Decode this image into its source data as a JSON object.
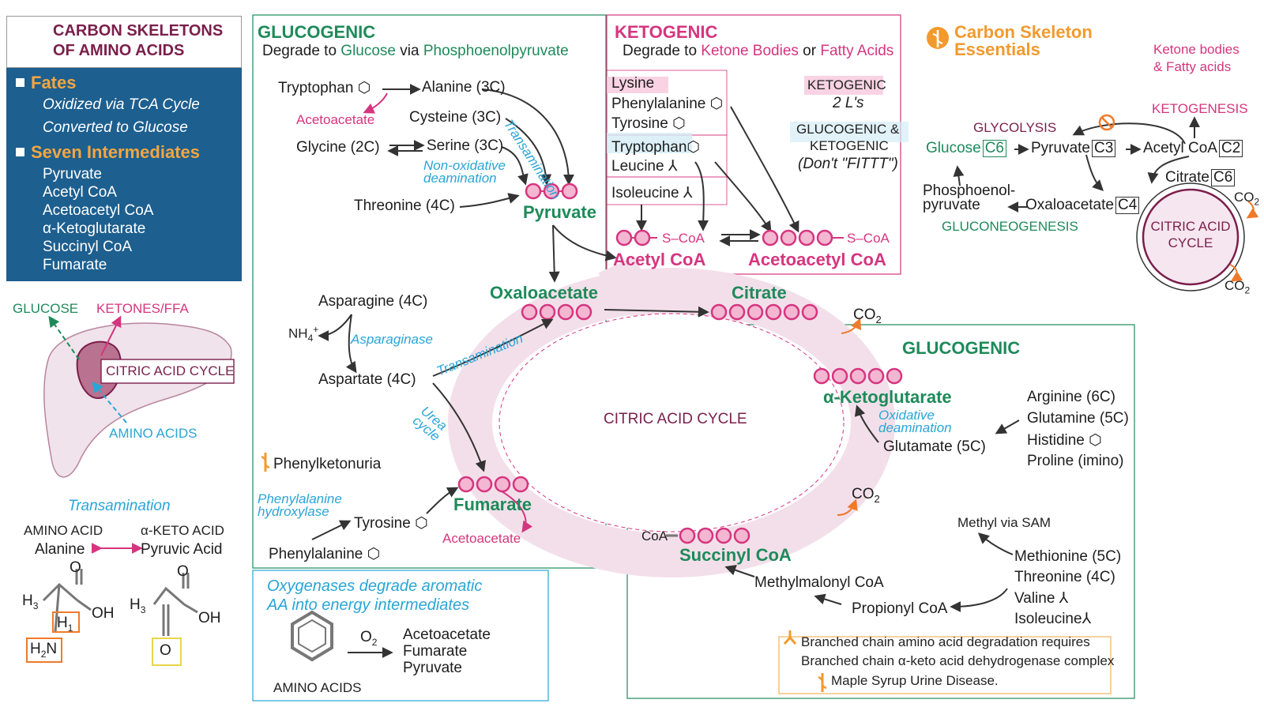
{
  "title_card": {
    "line1": "CARBON SKELETONS",
    "line2": "OF AMINO ACIDS"
  },
  "fates_panel": {
    "fates_heading": "Fates",
    "fates_items": [
      "Oxidized via TCA Cycle",
      "Converted to Glucose"
    ],
    "intermediates_heading": "Seven Intermediates",
    "intermediates": [
      "Pyruvate",
      "Acetyl CoA",
      "Acetoacetyl CoA",
      "α-Ketoglutarate",
      "Succinyl CoA",
      "Fumarate"
    ]
  },
  "liver": {
    "glucose": "GLUCOSE",
    "ketones": "KETONES/FFA",
    "cycle": "CITRIC ACID CYCLE",
    "amino_acids": "AMINO ACIDS"
  },
  "transamination_panel": {
    "title": "Transamination",
    "left_label1": "AMINO ACID",
    "left_label2": "Alanine",
    "right_label1": "α-KETO ACID",
    "right_label2": "Pyruvic Acid",
    "atoms": {
      "o1": "O",
      "oh1": "OH",
      "h3a": "H",
      "h3a_sub": "3",
      "h1": "H",
      "h1_sub": "1",
      "h2n": "H",
      "h2n_sub": "2",
      "h2n_n": "N",
      "o2": "O",
      "oh2": "OH",
      "h3b": "H",
      "h3b_sub": "3",
      "o3": "O"
    }
  },
  "glucogenic_top": {
    "heading": "GLUCOGENIC",
    "sub_pre": "Degrade to ",
    "sub_glucose": "Glucose",
    "sub_mid": " via ",
    "sub_pep": "Phosphoenolpyruvate",
    "tryptophan": "Tryptophan",
    "alanine": "Alanine (3C)",
    "acetoacetate": "Acetoacetate",
    "cysteine": "Cysteine (3C)",
    "glycine": "Glycine (2C)",
    "serine": "Serine (3C)",
    "nonox1": "Non-oxidative",
    "nonox2": "deamination",
    "threonine": "Threonine (4C)",
    "pyruvate": "Pyruvate",
    "transamination": "Transamination"
  },
  "ketogenic": {
    "heading": "KETOGENIC",
    "sub_pre": "Degrade to ",
    "sub_kb": "Ketone Bodies",
    "sub_or": " or ",
    "sub_fa": "Fatty Acids",
    "box1": [
      "Lysine",
      "Phenylalanine",
      "Tyrosine"
    ],
    "box2": [
      "Tryptophan",
      "Leucine"
    ],
    "box3": [
      "Isoleucine"
    ],
    "note1a": "KETOGENIC",
    "note1b": "2 L's",
    "note2a": "GLUCOGENIC &",
    "note2b": "KETOGENIC",
    "note2c": "(Don't \"FITTT\")",
    "acetyl_coa": "Acetyl CoA",
    "acetoacetyl_coa": "Acetoacetyl CoA",
    "scoa": "S–CoA"
  },
  "essentials": {
    "title1": "Carbon Skeleton",
    "title2": "Essentials",
    "ketone_fa1": "Ketone bodies",
    "ketone_fa2": "& Fatty acids",
    "ketogenesis": "KETOGENESIS",
    "glycolysis": "GLYCOLYSIS",
    "glucose": "Glucose",
    "c6": "C6",
    "pyruvate": "Pyruvate",
    "c3": "C3",
    "acetyl_coa": "Acetyl CoA",
    "c2": "C2",
    "citrate": "Citrate",
    "c6b": "C6",
    "pep1": "Phosphoenol-",
    "pep2": "pyruvate",
    "oxaloacetate": "Oxaloacetate",
    "c4": "C4",
    "gluconeogenesis": "GLUCONEOGENESIS",
    "cycle1": "CITRIC ACID",
    "cycle2": "CYCLE",
    "co2a": "CO",
    "co2b": "CO",
    "sub2": "2"
  },
  "center": {
    "oxaloacetate": "Oxaloacetate",
    "citrate": "Citrate",
    "co2": "CO",
    "sub2": "2",
    "cycle_label": "CITRIC ACID CYCLE",
    "fumarate": "Fumarate",
    "succinyl_coa": "Succinyl CoA",
    "coa": "CoA",
    "akg": "α-Ketoglutarate"
  },
  "asparagine": {
    "asparagine": "Asparagine (4C)",
    "nh4": "NH",
    "nh4_sub": "4",
    "nh4_sup": "+",
    "asparaginase": "Asparaginase",
    "aspartate": "Aspartate (4C)",
    "transamination": "Transamination",
    "urea1": "Urea",
    "urea2": "cycle"
  },
  "phe_section": {
    "pku": "Phenylketonuria",
    "phh1": "Phenylalanine",
    "phh2": "hydroxylase",
    "tyrosine": "Tyrosine",
    "acetoacetate": "Acetoacetate",
    "phenylalanine": "Phenylalanine"
  },
  "oxygenase_panel": {
    "line1": "Oxygenases degrade aromatic",
    "line2": "AA into energy intermediates",
    "o2": "O",
    "o2_sub": "2",
    "products": [
      "Acetoacetate",
      "Fumarate",
      "Pyruvate"
    ],
    "amino_acids": "AMINO ACIDS"
  },
  "glucogenic_right": {
    "heading": "GLUCOGENIC",
    "ox1": "Oxidative",
    "ox2": "deamination",
    "glutamate": "Glutamate (5C)",
    "sources": [
      "Arginine (6C)",
      "Glutamine (5C)",
      "Histidine",
      "Proline (imino)"
    ],
    "co2": "CO",
    "sub2": "2",
    "methyl": "Methyl via SAM",
    "succ_sources": [
      "Methionine (5C)",
      "Threonine (4C)",
      "Valine",
      "Isoleucine"
    ],
    "methylmalonyl": "Methylmalonyl CoA",
    "propionyl": "Propionyl CoA",
    "bc1": "Branched chain amino acid degradation requires",
    "bc2": "Branched chain α-keto acid dehydrogenase complex",
    "msud": "Maple Syrup Urine Disease."
  },
  "colors": {
    "green": "#1e8a5a",
    "pink": "#d6357f",
    "blue": "#2aa5d6",
    "orange": "#f29a2e",
    "maroon": "#7a1f4b",
    "panel_blue": "#1d5f8f"
  }
}
